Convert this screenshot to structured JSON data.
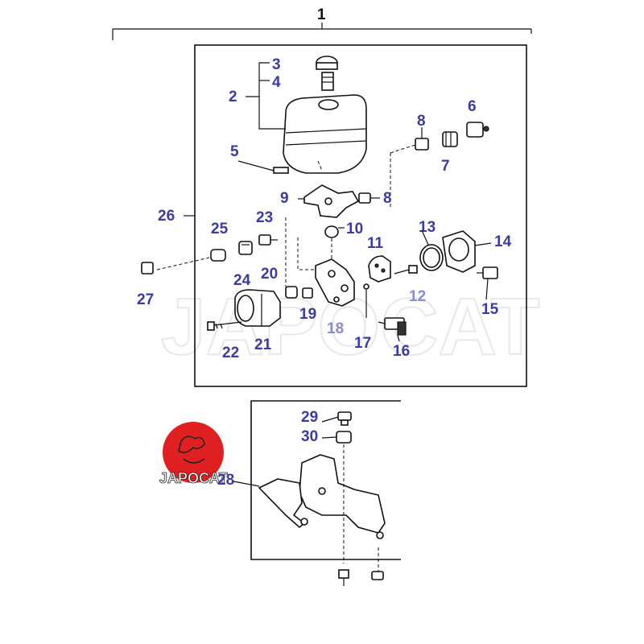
{
  "callouts": {
    "n1": "1",
    "n2": "2",
    "n3": "3",
    "n4": "4",
    "n5": "5",
    "n6": "6",
    "n7": "7",
    "n8a": "8",
    "n8b": "8",
    "n9": "9",
    "n10": "10",
    "n11": "11",
    "n12": "12",
    "n13": "13",
    "n14": "14",
    "n15": "15",
    "n16": "16",
    "n17": "17",
    "n18": "18",
    "n19": "19",
    "n20": "20",
    "n21": "21",
    "n22": "22",
    "n23": "23",
    "n24": "24",
    "n25": "25",
    "n26": "26",
    "n27": "27",
    "n28": "28",
    "n29": "29",
    "n30": "30"
  },
  "watermark": "JAPOCAT",
  "logo": {
    "text": "JAPOCAT",
    "color": "#e02020"
  },
  "colors": {
    "callout": "#3a3aa8",
    "callout_light": "#8a8ad6",
    "line": "#111111"
  }
}
